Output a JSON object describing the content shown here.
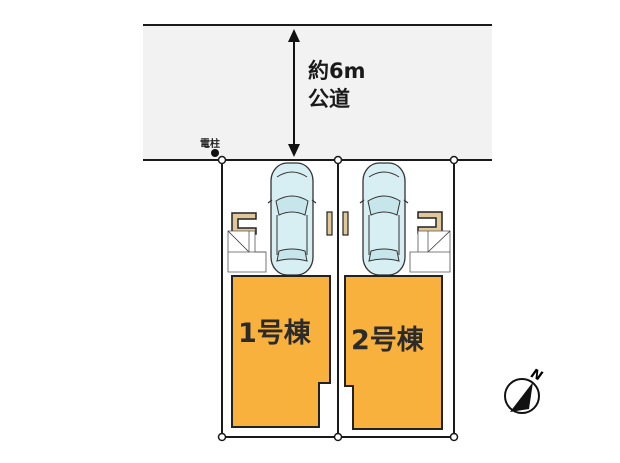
{
  "road": {
    "width_label": "約6m",
    "type_label": "公道",
    "fill_color": "#f1f2f1"
  },
  "utility_pole": {
    "label": "電柱",
    "icon": "utility-pole-dot-icon"
  },
  "lots": [
    {
      "id": 1,
      "label": "1号棟",
      "fill_color": "#f9b13e"
    },
    {
      "id": 2,
      "label": "2号棟",
      "fill_color": "#f9b13e"
    }
  ],
  "parking": [
    {
      "lot": 1,
      "icon": "car-icon",
      "body_color": "#d7eef2"
    },
    {
      "lot": 2,
      "icon": "car-icon",
      "body_color": "#d7eef2"
    }
  ],
  "compass": {
    "label": "N",
    "icon": "north-arrow-icon"
  },
  "colors": {
    "line": "#1a1a1a",
    "road": "#f1f2f1",
    "building": "#f9b13e",
    "fixture": "#e0c89a"
  }
}
